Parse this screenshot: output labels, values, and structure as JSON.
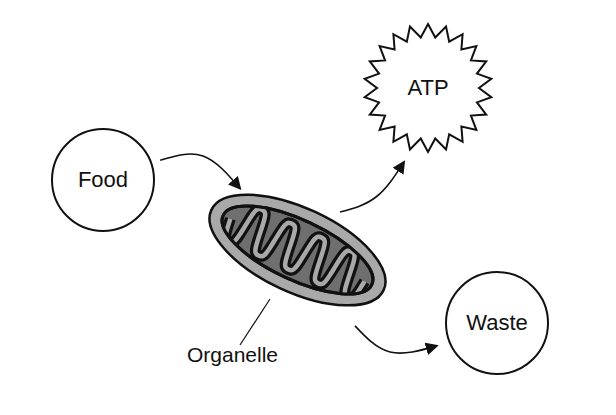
{
  "diagram": {
    "nodes": [
      {
        "text": [
          "Food"
        ]
      },
      {
        "text": [
          "Organelle"
        ]
      },
      {
        "text": [
          "ATP"
        ]
      },
      {
        "text": [
          "Waste"
        ]
      }
    ],
    "edges": [
      {
        "from": 0,
        "to": 1,
        "arrow": "to"
      },
      {
        "from": 1,
        "to": 2,
        "arrow": "to"
      },
      {
        "from": 1,
        "to": 3,
        "arrow": "to"
      }
    ]
  }
}
